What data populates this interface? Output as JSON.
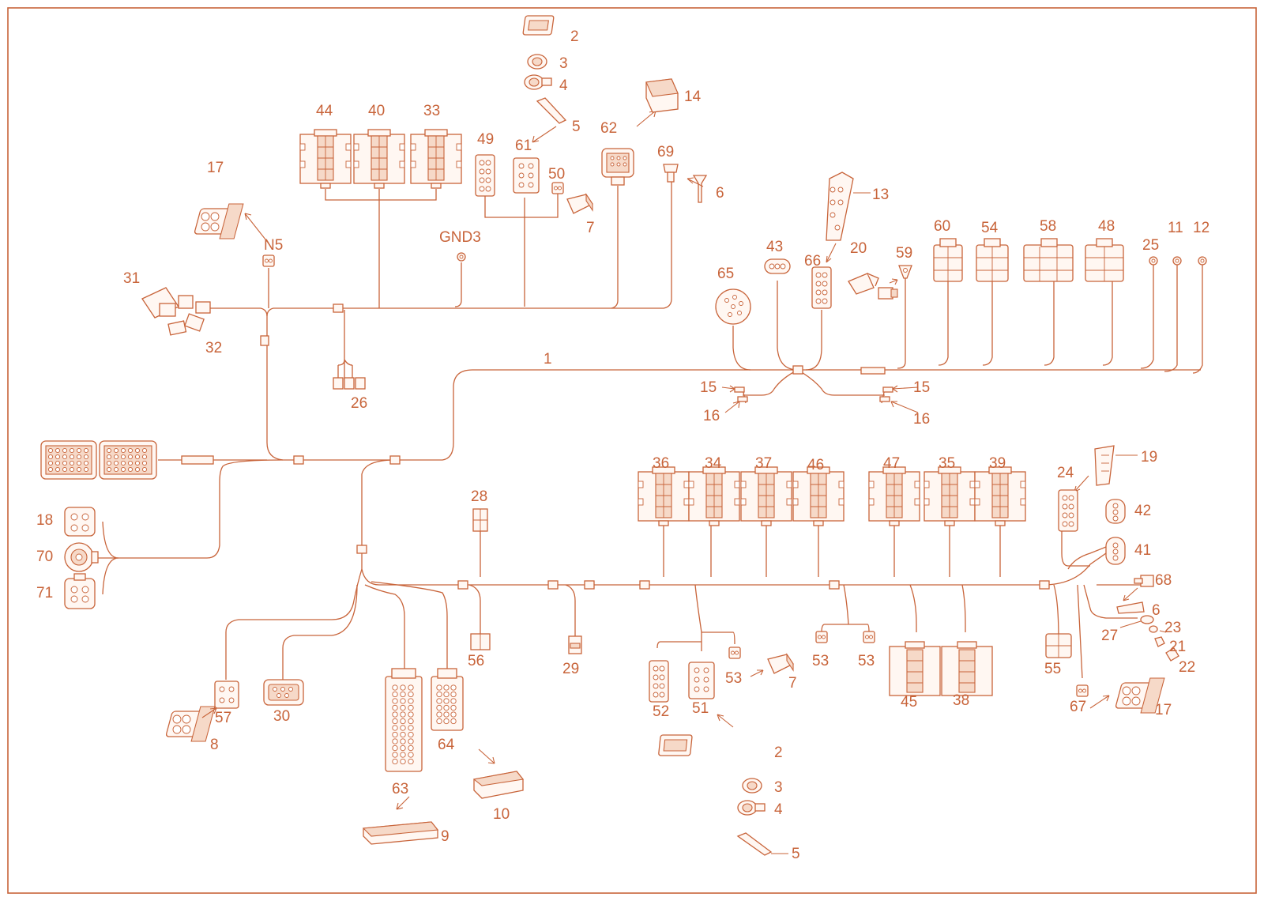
{
  "diagram": {
    "type": "wiring-harness-exploded-view",
    "colors": {
      "line": "#c8643a",
      "fill": "#fff7f2",
      "shade": "#f6d9c8",
      "background": "#ffffff"
    },
    "callouts": {
      "c1": "1",
      "c2a": "2",
      "c2b": "2",
      "c3a": "3",
      "c3b": "3",
      "c4a": "4",
      "c4b": "4",
      "c5a": "5",
      "c5b": "5",
      "c6a": "6",
      "c6b": "6",
      "c7a": "7",
      "c7b": "7",
      "c8": "8",
      "c9": "9",
      "c10": "10",
      "c11": "11",
      "c12": "12",
      "c13": "13",
      "c14": "14",
      "c15a": "15",
      "c15b": "15",
      "c16a": "16",
      "c16b": "16",
      "c17a": "17",
      "c17b": "17",
      "c18": "18",
      "c19": "19",
      "c20": "20",
      "c21": "21",
      "c22": "22",
      "c23": "23",
      "c24": "24",
      "c25": "25",
      "c26": "26",
      "c27": "27",
      "c28": "28",
      "c29": "29",
      "c30": "30",
      "c31": "31",
      "c32": "32",
      "c33": "33",
      "c34": "34",
      "c35": "35",
      "c36": "36",
      "c37": "37",
      "c38": "38",
      "c39": "39",
      "c40": "40",
      "c41": "41",
      "c42": "42",
      "c43": "43",
      "c44": "44",
      "c45": "45",
      "c46": "46",
      "c47": "47",
      "c48": "48",
      "c49": "49",
      "c50": "50",
      "c51": "51",
      "c52": "52",
      "c53a": "53",
      "c53b": "53",
      "c53c": "53",
      "c54": "54",
      "c55": "55",
      "c56": "56",
      "c57": "57",
      "c58": "58",
      "c59": "59",
      "c60": "60",
      "c61": "61",
      "c62": "62",
      "c63": "63",
      "c64": "64",
      "c65": "65",
      "c66": "66",
      "c67": "67",
      "c68": "68",
      "c69": "69",
      "c70": "70",
      "c71": "71",
      "cGND3": "GND3",
      "cN5": "N5"
    }
  }
}
